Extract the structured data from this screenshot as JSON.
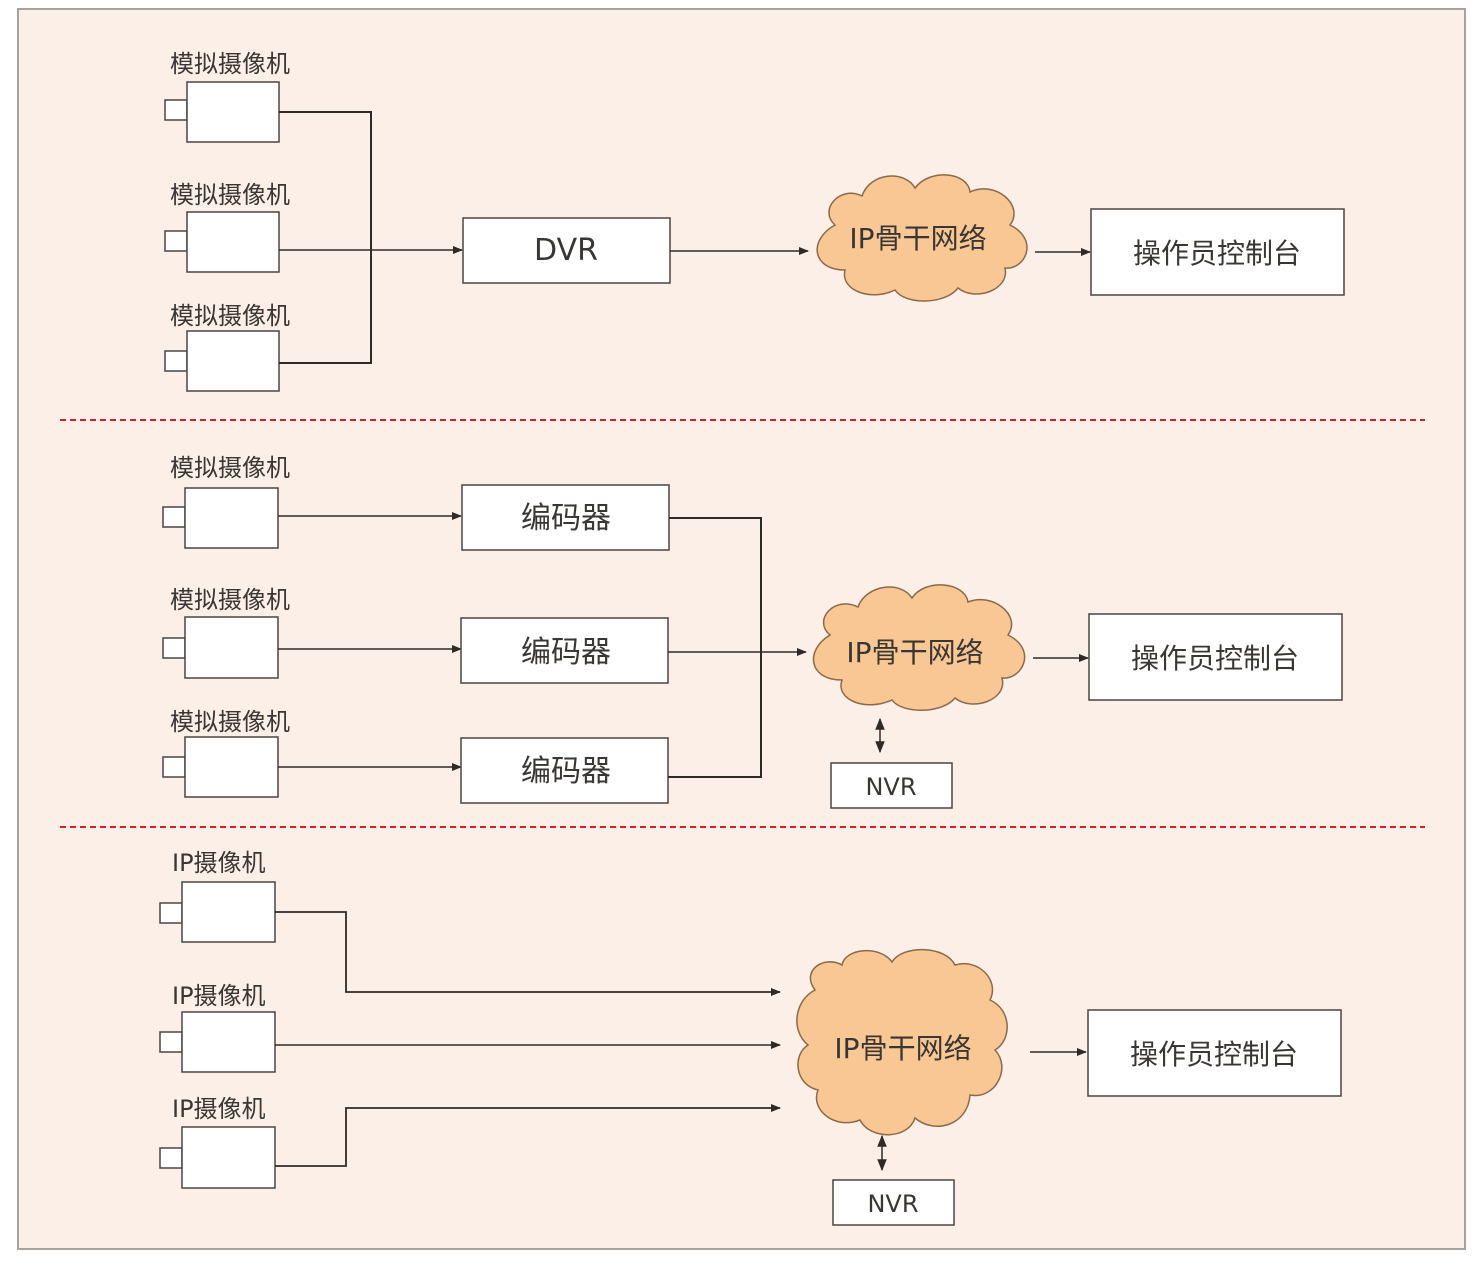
{
  "colors": {
    "background": "#fcefe7",
    "frame_border": "#a7a29e",
    "box_fill": "#ffffff",
    "box_stroke": "#4a4644",
    "line": "#2e2a28",
    "cloud_fill": "#f8c793",
    "cloud_stroke": "#8a6a4a",
    "divider": "#d81e2a",
    "text": "#3a3633"
  },
  "sections": [
    {
      "id": "dvr-architecture",
      "cameras": [
        {
          "label": "模拟摄像机"
        },
        {
          "label": "模拟摄像机"
        },
        {
          "label": "模拟摄像机"
        }
      ],
      "recorder": {
        "label": "DVR"
      },
      "network": {
        "label": "IP骨干网络"
      },
      "console": {
        "label": "操作员控制台"
      }
    },
    {
      "id": "encoder-nvr-architecture",
      "cameras": [
        {
          "label": "模拟摄像机"
        },
        {
          "label": "模拟摄像机"
        },
        {
          "label": "模拟摄像机"
        }
      ],
      "encoders": [
        {
          "label": "编码器"
        },
        {
          "label": "编码器"
        },
        {
          "label": "编码器"
        }
      ],
      "network": {
        "label": "IP骨干网络"
      },
      "console": {
        "label": "操作员控制台"
      },
      "storage": {
        "label": "NVR"
      }
    },
    {
      "id": "ip-camera-architecture",
      "cameras": [
        {
          "label": "IP摄像机"
        },
        {
          "label": "IP摄像机"
        },
        {
          "label": "IP摄像机"
        }
      ],
      "network": {
        "label": "IP骨干网络"
      },
      "console": {
        "label": "操作员控制台"
      },
      "storage": {
        "label": "NVR"
      }
    }
  ]
}
